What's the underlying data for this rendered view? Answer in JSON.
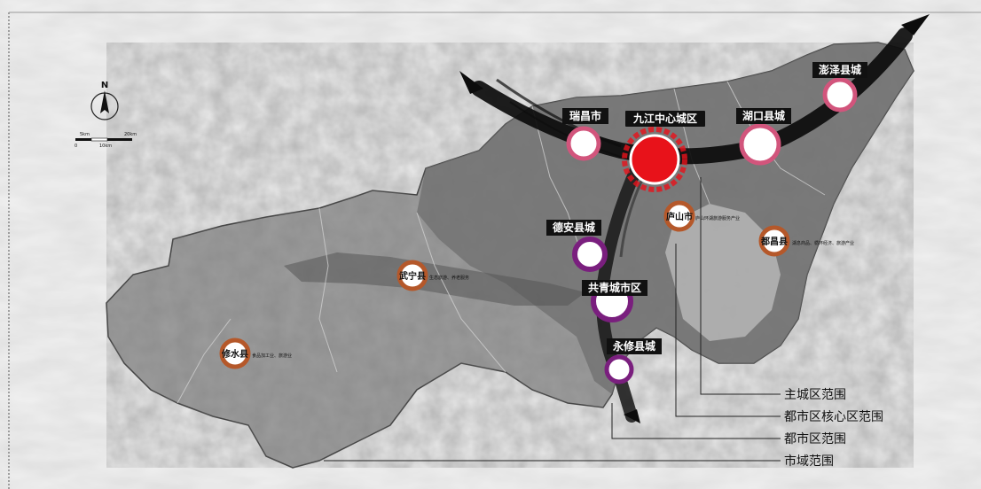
{
  "map": {
    "north_label": "N",
    "scale": {
      "label_top_left": "5km",
      "label_top_right": "20km",
      "label_bottom_left": "0",
      "label_bottom_mid": "10km"
    },
    "nodes": {
      "jiujiang": "九江中心城区",
      "ruichang": "瑞昌市",
      "hukou": "湖口县城",
      "pengze": "澎泽县城",
      "dean": "德安县城",
      "gongqing": "共青城市区",
      "yongxiu": "永修县城"
    },
    "counties": {
      "lushan": {
        "name": "庐山市",
        "desc": "庐山环湖旅游服务产业"
      },
      "duchang": {
        "name": "都昌县",
        "desc": "湖息商品、循环经济、旅游产业"
      },
      "wuning": {
        "name": "武宁县",
        "desc": "生态旅游、养老服务"
      },
      "xiushui": {
        "name": "修水县",
        "desc": "食品加工业、旅游业"
      }
    },
    "legend": {
      "main_city": "主城区范围",
      "metro_core": "都市区核心区范围",
      "metro": "都市区范围",
      "city": "市域范围"
    },
    "colors": {
      "core_red": "#e8121a",
      "pink_ring": "#d2557c",
      "purple_ring": "#7a1f7e",
      "county_ring": "#b5582a"
    }
  }
}
